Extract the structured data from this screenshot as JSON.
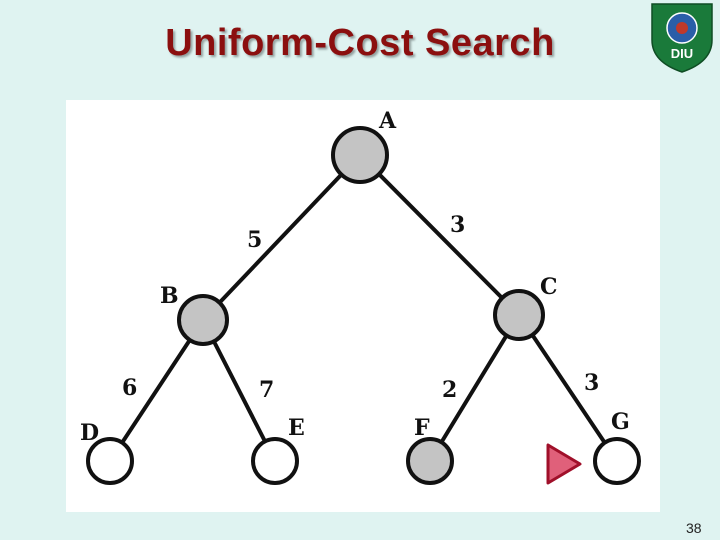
{
  "slide": {
    "title": "Uniform-Cost Search",
    "number": "38"
  },
  "logo": {
    "text": "DIU",
    "colors": {
      "shield": "#1a7a3a",
      "center": "#2a5ea8",
      "accent": "#c0392b"
    }
  },
  "tree": {
    "node_labels": {
      "A": "A",
      "B": "B",
      "C": "C",
      "D": "D",
      "E": "E",
      "F": "F",
      "G": "G"
    },
    "node_fill": {
      "A": "gray",
      "B": "gray",
      "C": "gray",
      "D": "white",
      "E": "white",
      "F": "gray",
      "G": "white"
    },
    "edge_costs": {
      "A-B": "5",
      "A-C": "3",
      "B-D": "6",
      "B-E": "7",
      "C-F": "2",
      "C-G": "3"
    },
    "pointer": {
      "target": "G",
      "color": "#e0607a"
    }
  }
}
